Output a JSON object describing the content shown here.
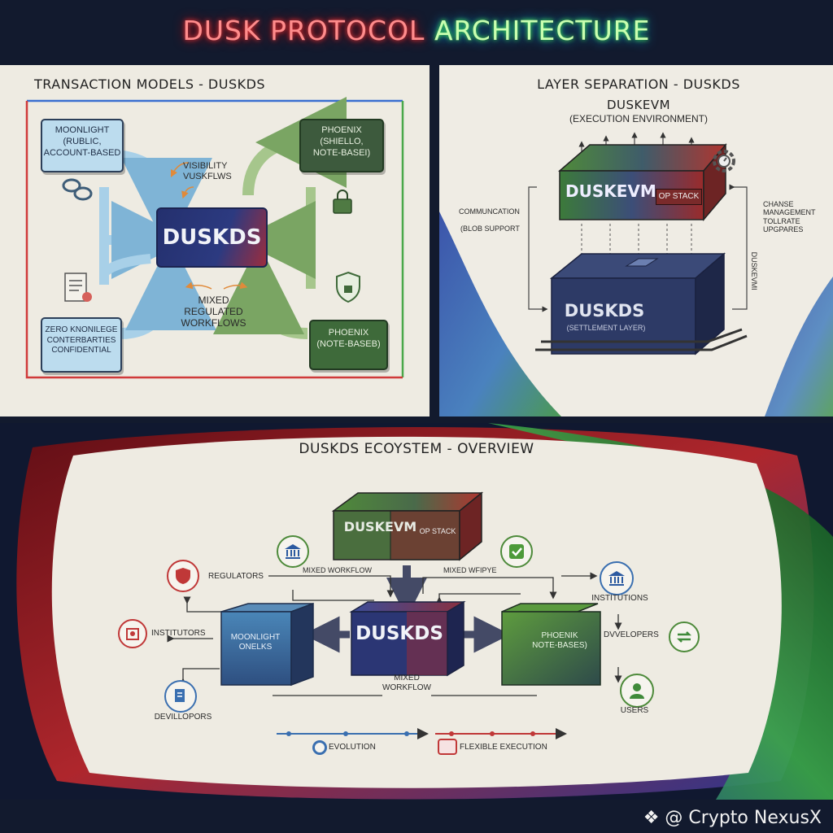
{
  "title": {
    "part1": "DUSK PROTOCOL ",
    "part2": "ARCHITECTURE"
  },
  "panel_tl": {
    "title": "TRANSACTION MODELS - DUSKDS",
    "moonlight": "MOONLIGHT\n(RUBLIC,\nACCOUNT-BASED",
    "phoenix_top": "PHOENIX\n(SHIELLO,\nNOTE-BASEI)",
    "core": "DUSKDS",
    "visibility": "VISIBILITY\nVUSKFLWS",
    "mixed": "MIXED\nREGULATED\nWORKFLOWS",
    "zk": "ZERO KNONILEGE\nCONTERBARTIES\nCONFIDENTIAL",
    "phoenix_bottom": "PHOENIX\n(NOTE-BASEB)"
  },
  "panel_tr": {
    "title": "LAYER SEPARATION - DUSKDS",
    "subtitle1": "DUSKEVM",
    "subtitle2": "(EXECUTION ENVIRONMENT)",
    "evm_block": "DUSKEVM",
    "op_stack": "OP STACK",
    "ds_block": "DUSKDS",
    "ds_sub": "(SETTLEMENT LAYER)",
    "communication": "COMMUNCATION",
    "blob": "(BLOB SUPPORT",
    "change": "CHANSE\nMANAGEMENT\nTOLLRATE\nUPGPARES",
    "vertical": "DUSKEVMI"
  },
  "panel_b": {
    "title": "DUSKDS ECOYSTEM - OVERVIEW",
    "evm_block": "DUSKEVM",
    "op_stack": "OP STACK",
    "core": "DUSKDS",
    "moonlight": "MOONLIGHT\nONELKS",
    "phoenix": "PHOENIK\nNOTE-BASES)",
    "regulators": "REGULATORS",
    "institutors": "INSTITUTORS",
    "devillopors": "DEVILLOPORS",
    "institutions": "INSTITUTIONS",
    "dvvelopers": "DVVELOPERS",
    "users": "USERS",
    "mixed_left": "MIXED WORKFLOW",
    "mixed_right": "MIXED WFIPYE",
    "mixed_bottom": "MIXED\nWORKFLOW",
    "evolution": "EVOLUTION",
    "flexible": "FLEXIBLE EXECUTION"
  },
  "watermark": "@ Crypto NexusX",
  "colors": {
    "navy": "#2c3a78",
    "red": "#b83030",
    "green": "#4d8a3a",
    "blue": "#3a6fb0"
  }
}
